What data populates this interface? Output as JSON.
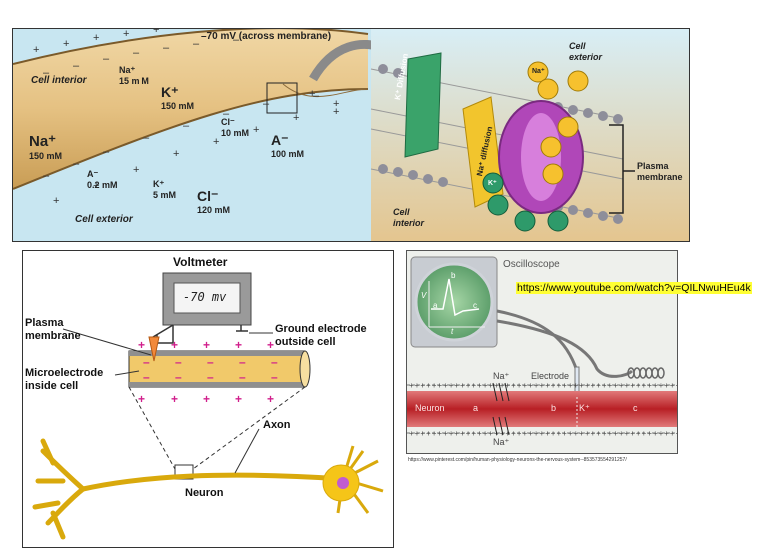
{
  "top_panel": {
    "voltage_label": "–70 mV (across membrane)",
    "cell_interior": "Cell interior",
    "cell_exterior": "Cell exterior",
    "ions_interior": [
      {
        "ion": "Na⁺",
        "conc": "15 m M"
      },
      {
        "ion": "K⁺",
        "conc": "150 mM"
      },
      {
        "ion": "Cl⁻",
        "conc": "10 mM"
      },
      {
        "ion": "A⁻",
        "conc": "100 mM"
      }
    ],
    "ions_exterior": [
      {
        "ion": "Na⁺",
        "conc": "150 mM"
      },
      {
        "ion": "A⁻",
        "conc": "0.2 mM"
      },
      {
        "ion": "K⁺",
        "conc": "5 mM"
      },
      {
        "ion": "Cl⁻",
        "conc": "120 mM"
      }
    ],
    "zoom": {
      "cell_exterior": "Cell exterior",
      "cell_interior": "Cell interior",
      "plasma_membrane": "Plasma membrane",
      "k_diffusion": "K⁺ Diffusion",
      "na_diffusion": "Na⁺ diffusion",
      "na_ion": "Na⁺",
      "k_ion": "K⁺"
    }
  },
  "voltmeter_panel": {
    "voltmeter": "Voltmeter",
    "reading": "-70 mv",
    "plasma_membrane": "Plasma membrane",
    "microelectrode": "Microelectrode inside cell",
    "ground_electrode": "Ground electrode outside cell",
    "axon": "Axon",
    "neuron": "Neuron"
  },
  "oscilloscope_panel": {
    "title": "Oscilloscope",
    "link": "https://www.youtube.com/watch?v=QILNwuHEu4k",
    "axis_v": "V",
    "axis_t": "t",
    "point_a": "a",
    "point_b": "b",
    "point_c": "c",
    "na_top": "Na⁺",
    "na_bottom": "Na⁺",
    "electrode": "Electrode",
    "neuron": "Neuron",
    "seg_a": "a",
    "seg_b": "b",
    "seg_k": "K⁺",
    "seg_c": "c",
    "source_url": "https://www.pinterest.com/pin/human-physiology-neurons-the-nervous-system--853573554291257/"
  },
  "colors": {
    "cytoplasm": "#e8c98f",
    "extracellular": "#bfe4f0",
    "membrane_purple": "#b047b8",
    "axon_red": "#c0272d",
    "neuron_yellow": "#f5c518",
    "link_highlight": "#ffff33"
  }
}
